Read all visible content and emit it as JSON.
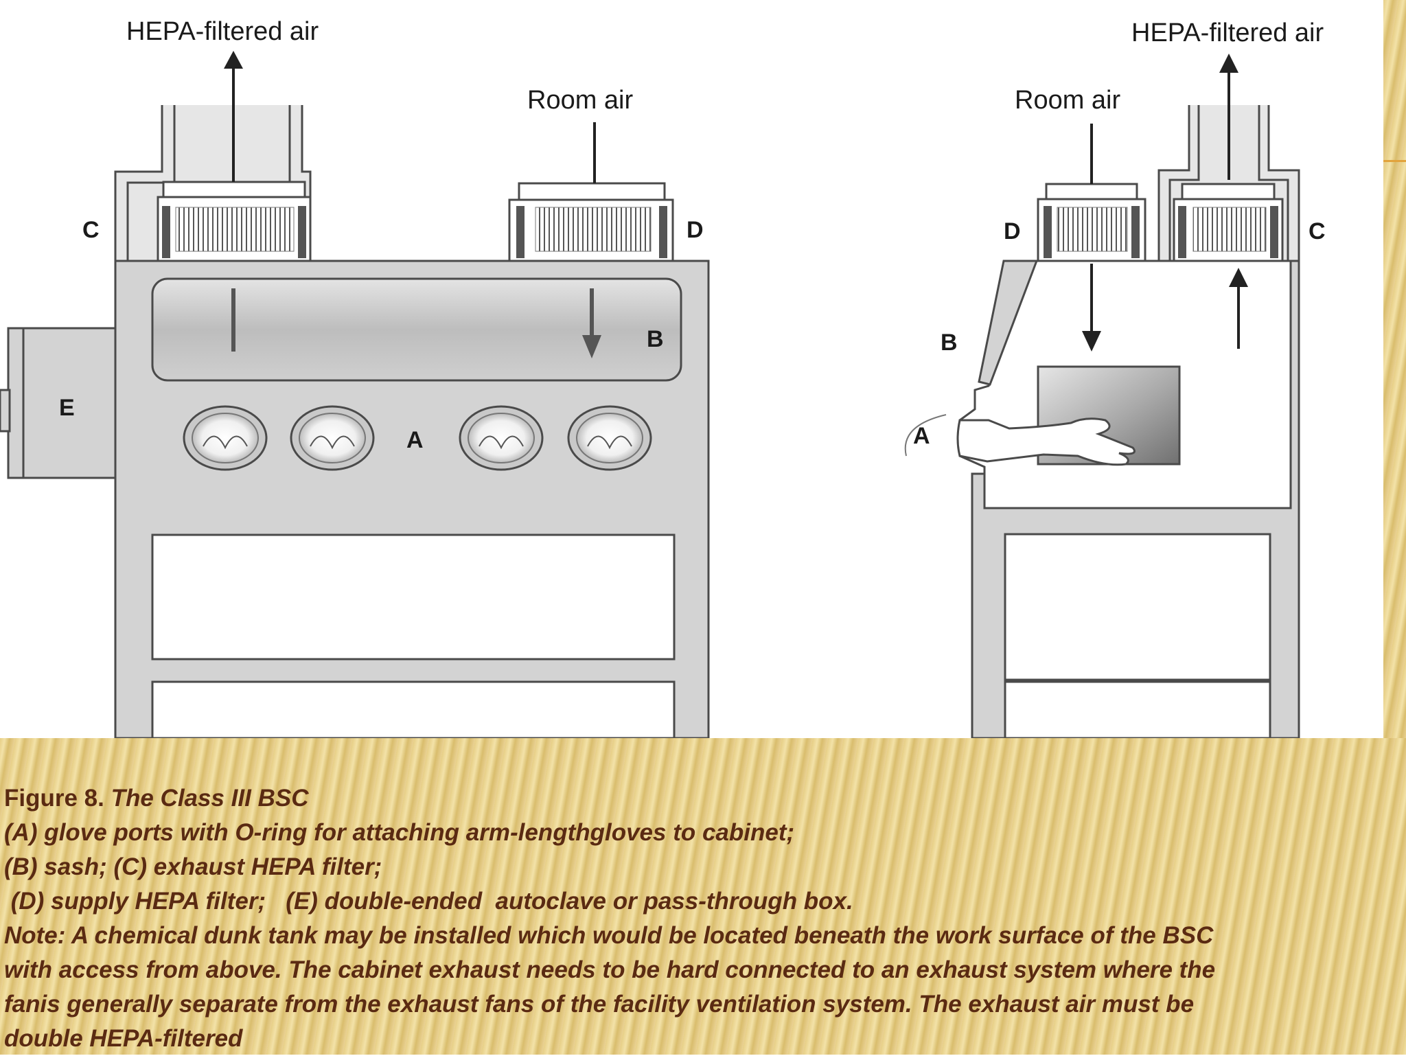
{
  "diagram": {
    "left_view": {
      "top_labels": {
        "exhaust": "HEPA-filtered air",
        "supply": "Room air"
      },
      "part_labels": {
        "c": "C",
        "d": "D",
        "b": "B",
        "a": "A",
        "e": "E"
      }
    },
    "right_view": {
      "top_labels": {
        "exhaust": "HEPA-filtered air",
        "supply": "Room air"
      },
      "part_labels": {
        "d": "D",
        "c": "C",
        "b": "B",
        "a": "A"
      }
    }
  },
  "caption": {
    "line1_label": "Figure 8.",
    "line1_title": "The Class III BSC",
    "line2": "(A) glove ports with O-ring for attaching arm-lengthgloves  to cabinet;",
    "line3": "(B) sash;  (C) exhaust HEPA filter;",
    "line4": " (D) supply HEPA filter;   (E) double-ended  autoclave or pass-through box.",
    "line5": "Note: A chemical dunk tank may be installed which  would be located beneath the work surface of the BSC",
    "line6": "with access from above. The  cabinet exhaust needs to be hard connected to an exhaust system where the",
    "line7": "fanis generally separate from the exhaust fans of the facility ventilation system. The  exhaust air must be",
    "line8": "double HEPA-filtered"
  },
  "colors": {
    "cabinet_fill": "#d3d3d3",
    "outline": "#4a4a4a",
    "caption_text": "#5a2a12",
    "gold_background": "#e7cf86",
    "accent": "#e2a33c"
  }
}
